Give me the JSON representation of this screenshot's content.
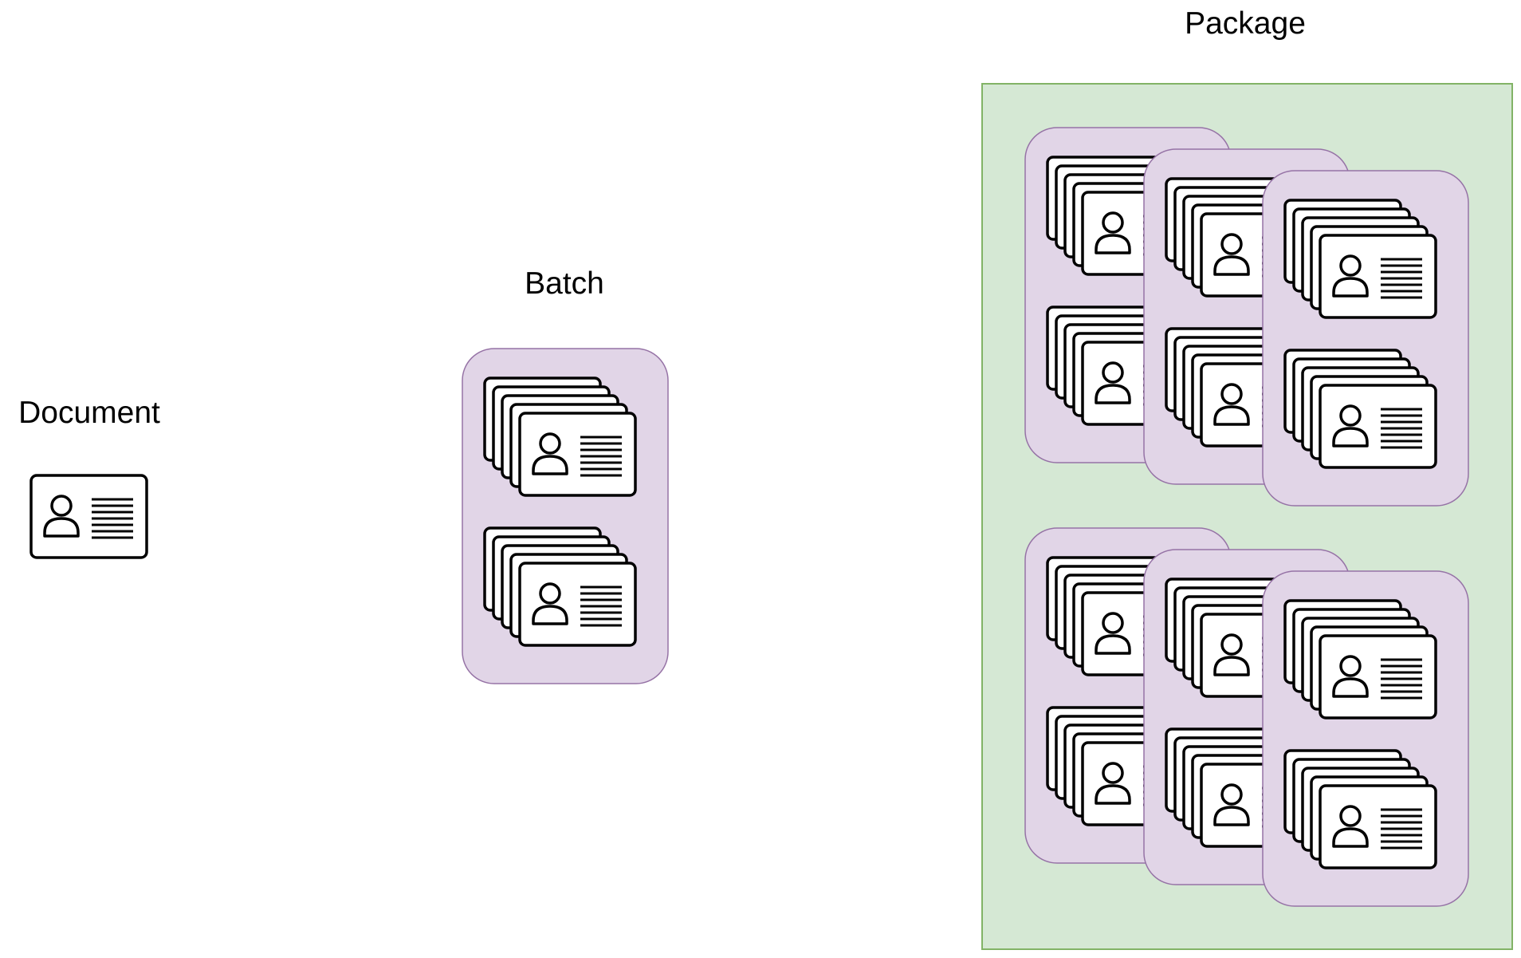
{
  "labels": {
    "document": "Document",
    "batch": "Batch",
    "package": "Package"
  },
  "icons": {
    "document": "id-card-icon"
  },
  "colors": {
    "batch_fill": "#e1d5e7",
    "batch_stroke": "#9673a6",
    "package_fill": "#d5e8d4",
    "package_stroke": "#82b366",
    "card_fill": "#ffffff",
    "card_stroke": "#000000"
  },
  "structure": {
    "documents_per_stack": 5,
    "stacks_per_batch": 2,
    "batch_groups_in_package": 2,
    "batches_per_group": 3
  }
}
